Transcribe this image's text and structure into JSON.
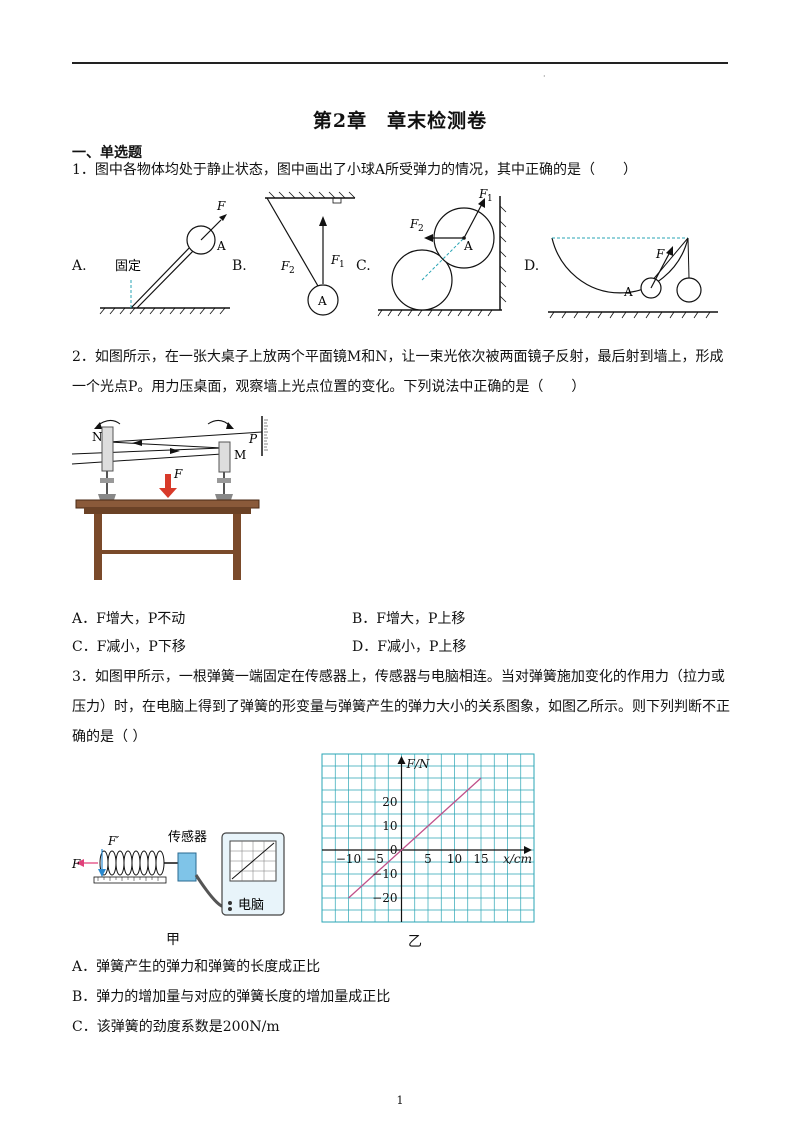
{
  "header": {
    "title": "第2章　章末检测卷",
    "section": "一、单选题"
  },
  "q1": {
    "stem": "1．图中各物体均处于静止状态，图中画出了小球A所受弹力的情况，其中正确的是（　　）",
    "options": [
      "A.",
      "B.",
      "C.",
      "D."
    ],
    "labels": {
      "fixed": "固定",
      "ball": "A",
      "F": "F",
      "F1": "F",
      "F2": "F",
      "sub1": "1",
      "sub2": "2"
    }
  },
  "q2": {
    "stem": "2．如图所示，在一张大桌子上放两个平面镜M和N，让一束光依次被两面镜子反射，最后射到墙上，形成一个光点P。用力压桌面，观察墙上光点位置的变化。下列说法中正确的是（　　）",
    "labels": {
      "N": "N",
      "M": "M",
      "P": "P",
      "F": "F"
    },
    "options": [
      "A．F增大，P不动",
      "B．F增大，P上移",
      "C．F减小，P下移",
      "D．F减小，P上移"
    ]
  },
  "q3": {
    "stem": "3．如图甲所示，一根弹簧一端固定在传感器上，传感器与电脑相连。当对弹簧施加变化的作用力（拉力或压力）时，在电脑上得到了弹簧的形变量与弹簧产生的弹力大小的关系图象，如图乙所示。则下列判断不正确的是（ ）",
    "labels": {
      "sensor": "传感器",
      "computer": "电脑",
      "F": "F",
      "Fp": "F′",
      "jia": "甲",
      "yi": "乙"
    },
    "options": [
      "A．弹簧产生的弹力和弹簧的长度成正比",
      "B．弹力的增加量与对应的弹簧长度的增加量成正比",
      "C．该弹簧的劲度系数是200N/m"
    ]
  },
  "chart_data": {
    "type": "line",
    "xlabel": "x/cm",
    "ylabel": "F/N",
    "x_ticks": [
      "−10",
      "−5",
      "5",
      "10",
      "15"
    ],
    "y_ticks": [
      "20",
      "10",
      "0",
      "−10",
      "−20"
    ],
    "series": [
      {
        "x": [
          -10,
          15
        ],
        "y": [
          -20,
          30
        ]
      }
    ],
    "xlim": [
      -15,
      25
    ],
    "ylim": [
      -30,
      40
    ],
    "grid": true
  },
  "footer": {
    "page": "1"
  }
}
